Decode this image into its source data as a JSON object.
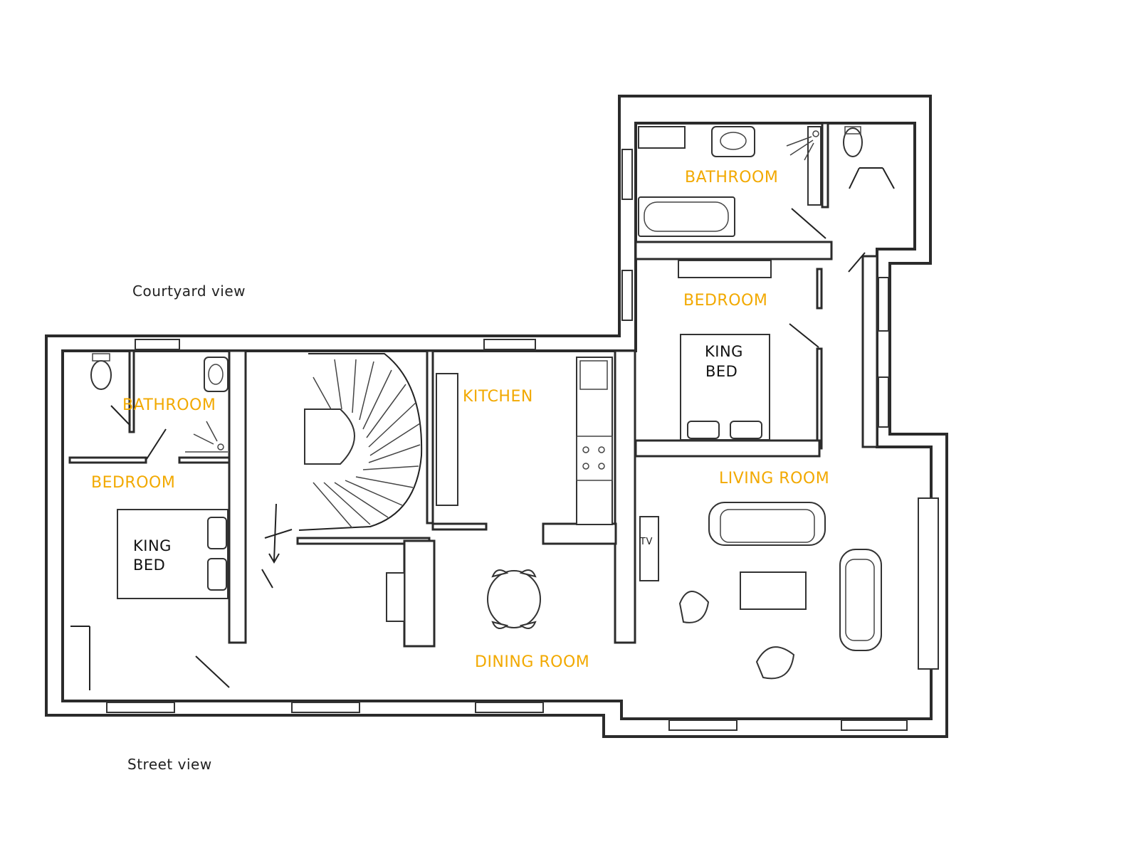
{
  "views": {
    "courtyard": "Courtyard view",
    "street": "Street view"
  },
  "rooms": {
    "bathroom_upper": "BATHROOM",
    "bedroom_upper": "BEDROOM",
    "living_room": "LIVING ROOM",
    "kitchen": "KITCHEN",
    "bathroom_left": "BATHROOM",
    "bedroom_left": "BEDROOM",
    "dining_room": "DINING ROOM"
  },
  "beds": {
    "upper_line1": "KING",
    "upper_line2": "BED",
    "left_line1": "KING",
    "left_line2": "BED"
  },
  "tv": "TV",
  "colors": {
    "room_label": "#f2a900",
    "wall": "#2b2b2b"
  }
}
